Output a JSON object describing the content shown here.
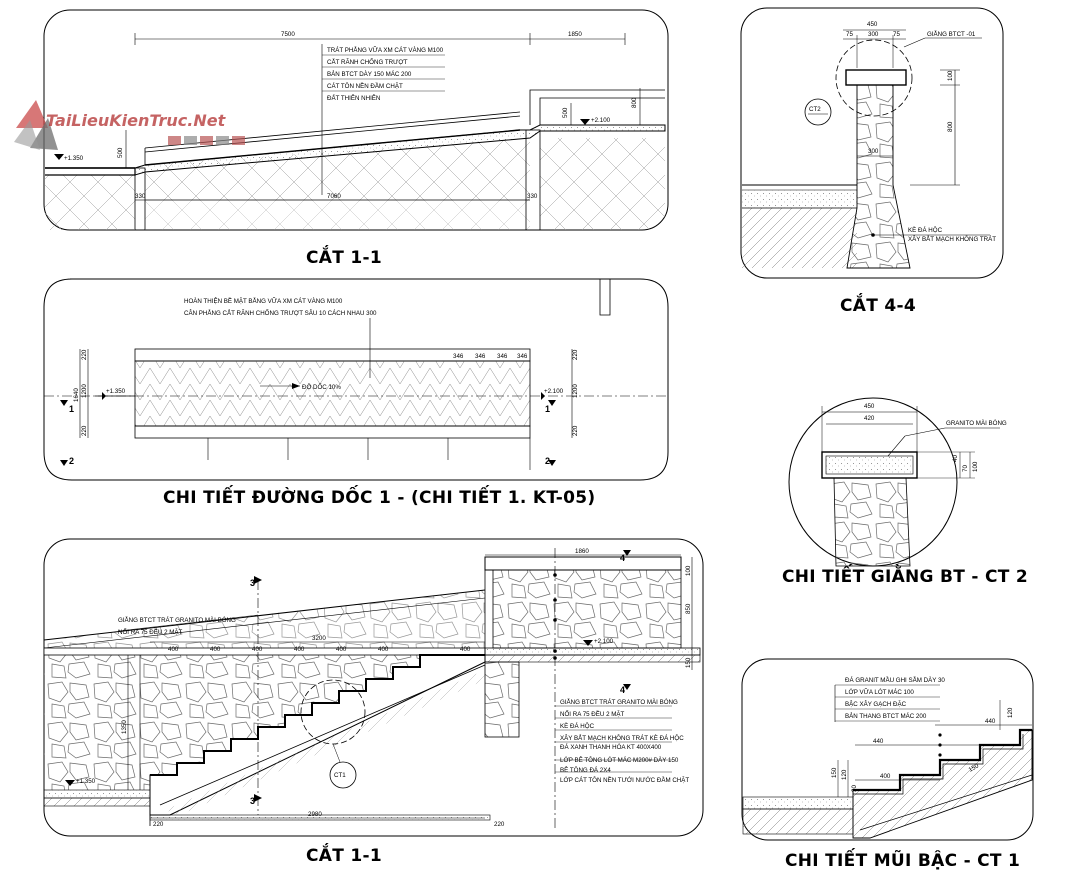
{
  "titles": {
    "section_1_1_top": "CẮT 1-1",
    "section_4_4": "CẮT 4-4",
    "ramp_detail": "CHI TIẾT ĐƯỜNG DỐC 1 - (CHI TIẾT 1. KT-05)",
    "beam_detail": "CHI TIẾT GIẰNG BT - CT 2",
    "section_1_1_bottom": "CẮT 1-1",
    "step_detail": "CHI TIẾT MŨI BẬC - CT 1"
  },
  "watermark": "TaiLieuKienTruc.Net",
  "sec1": {
    "notes": [
      "TRÁT PHẲNG VỮA XM CÁT VÀNG M100",
      "CẮT RÃNH CHỐNG TRƯỢT",
      "BẢN BTCT DÀY 150 MÁC 200",
      "CÁT TÔN NỀN ĐẦM CHẶT",
      "ĐẤT THIÊN NHIÊN"
    ],
    "dims": [
      "7500",
      "1850",
      "500",
      "800",
      "500",
      "330",
      "7060",
      "330"
    ],
    "levels": [
      "+1.350",
      "+2.100"
    ]
  },
  "sec44": {
    "dims": [
      "450",
      "75",
      "300",
      "75",
      "100",
      "800",
      "300"
    ],
    "labels": [
      "GIẰNG BTCT -01",
      "CT2",
      "KÈ ĐÁ HỘC",
      "XÂY BẮT MẠCH KHÔNG TRÁT"
    ]
  },
  "ramp": {
    "notes": [
      "HOÀN THIỆN BỀ MẶT BẰNG VỮA XM CÁT VÀNG M100",
      "CÂN PHẲNG CẮT RÃNH CHỐNG TRƯỢT SÂU 10 CÁCH NHAU 300"
    ],
    "slope": "ĐỘ DỐC 10%",
    "dims_left": [
      "220",
      "1640",
      "1200",
      "220"
    ],
    "dims_right": [
      "220",
      "1200",
      "220"
    ],
    "top_dims": [
      "346",
      "346",
      "346",
      "346"
    ],
    "levels": [
      "+1.350",
      "+2.100"
    ],
    "markers": [
      "1",
      "2",
      "1",
      "2"
    ]
  },
  "beam": {
    "dims": [
      "450",
      "420",
      "40",
      "70",
      "100"
    ],
    "label": "GRANITO MÀI BÓNG"
  },
  "sec1b": {
    "notes_left": [
      "GIẰNG BTCT TRÁT GRANITO MÀI BÓNG",
      "NỔI RA 75 ĐỀU 2 MẶT"
    ],
    "notes_right": [
      "GIẰNG BTCT TRÁT GRANITO MÀI BÓNG",
      "NỔI RA 75 ĐỀU 2 MẶT",
      "KÈ ĐÁ HỘC",
      "XÂY BẮT MẠCH KHÔNG TRÁT KÈ ĐÁ HỘC",
      "ĐÁ XANH THANH HÓA KT 400X400",
      "LỚP BÊ TÔNG LÓT MÁC M200# DÀY 150",
      "BÊ TÔNG ĐÁ 2X4",
      "LỚP CÁT TÔN NỀN TƯỚI NƯỚC ĐẦM CHẶT"
    ],
    "dims": [
      "1860",
      "3200",
      "400",
      "400",
      "400",
      "400",
      "400",
      "400",
      "400",
      "2980",
      "220",
      "220",
      "100",
      "850",
      "150",
      "1350"
    ],
    "levels": [
      "+2.100",
      "+1.350"
    ],
    "markers": [
      "4",
      "4",
      "3",
      "3"
    ],
    "callout": "CT1"
  },
  "step": {
    "notes": [
      "ĐÁ GRANIT MẦU GHI SẪM DÀY 30",
      "LỚP VỮA LÓT MÁC 100",
      "BẬC XÂY GẠCH ĐẶC",
      "BẢN THANG BTCT MÁC 200"
    ],
    "dims": [
      "440",
      "440",
      "400",
      "150",
      "120",
      "30",
      "120",
      "150"
    ]
  }
}
